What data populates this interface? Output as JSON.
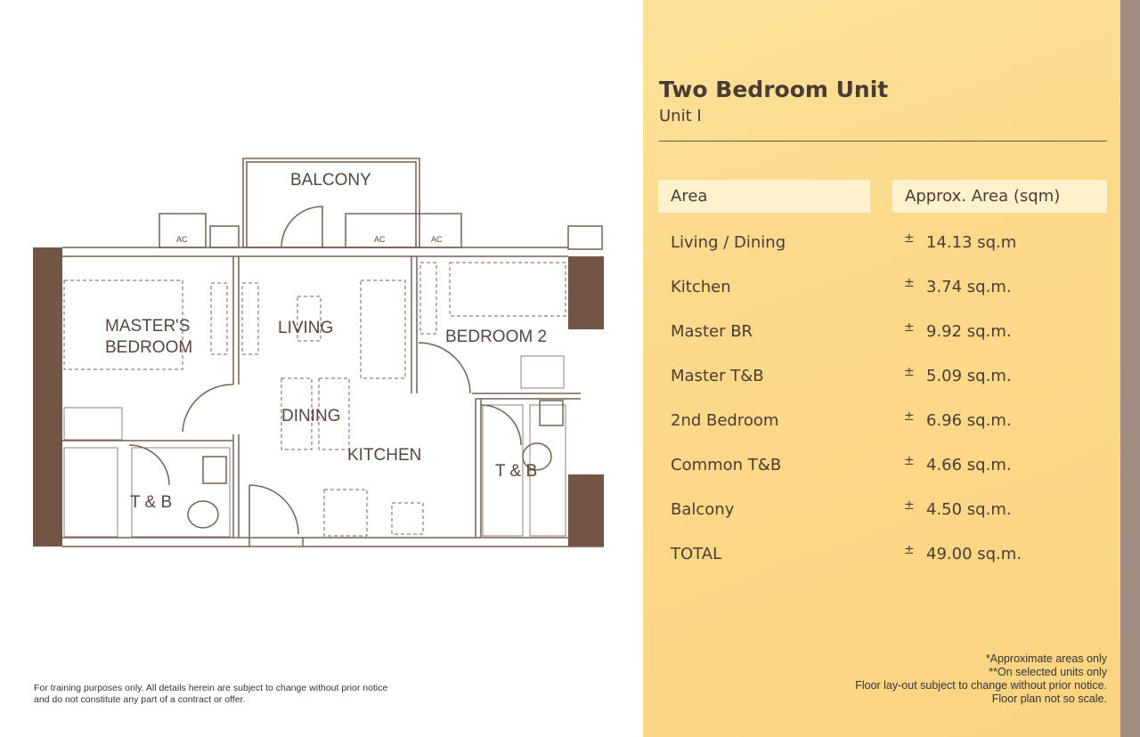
{
  "plan": {
    "rooms": {
      "balcony": "BALCONY",
      "masters_bedroom_1": "MASTER'S",
      "masters_bedroom_2": "BEDROOM",
      "living": "LIVING",
      "dining": "DINING",
      "kitchen": "KITCHEN",
      "bedroom2": "BEDROOM 2",
      "tb_master": "T & B",
      "tb_common": "T & B",
      "ac": "AC"
    },
    "disclaimer": [
      "For training purposes only. All details herein are subject to change without prior notice",
      "and do not constitute any part of a contract or offer."
    ]
  },
  "panel": {
    "title": "Two Bedroom Unit",
    "subtitle": "Unit I",
    "headers": {
      "area": "Area",
      "approx": "Approx. Area (sqm)"
    },
    "plus_minus": "±",
    "rows": [
      {
        "name": "Living / Dining",
        "value": "14.13 sq.m"
      },
      {
        "name": "Kitchen",
        "value": "3.74 sq.m."
      },
      {
        "name": "Master BR",
        "value": "9.92 sq.m."
      },
      {
        "name": "Master T&B",
        "value": "5.09 sq.m."
      },
      {
        "name": "2nd Bedroom",
        "value": "6.96 sq.m."
      },
      {
        "name": "Common T&B",
        "value": "4.66 sq.m."
      },
      {
        "name": "Balcony",
        "value": "4.50 sq.m."
      },
      {
        "name": "TOTAL",
        "value": "49.00 sq.m."
      }
    ],
    "notes": [
      "*Approximate areas only",
      "**On selected units only",
      "Floor lay-out subject to change without prior notice.",
      "Floor plan not so scale."
    ]
  },
  "colors": {
    "panel_bg": "#fcd98a",
    "wall": "#735546",
    "strip": "#a08d82"
  }
}
